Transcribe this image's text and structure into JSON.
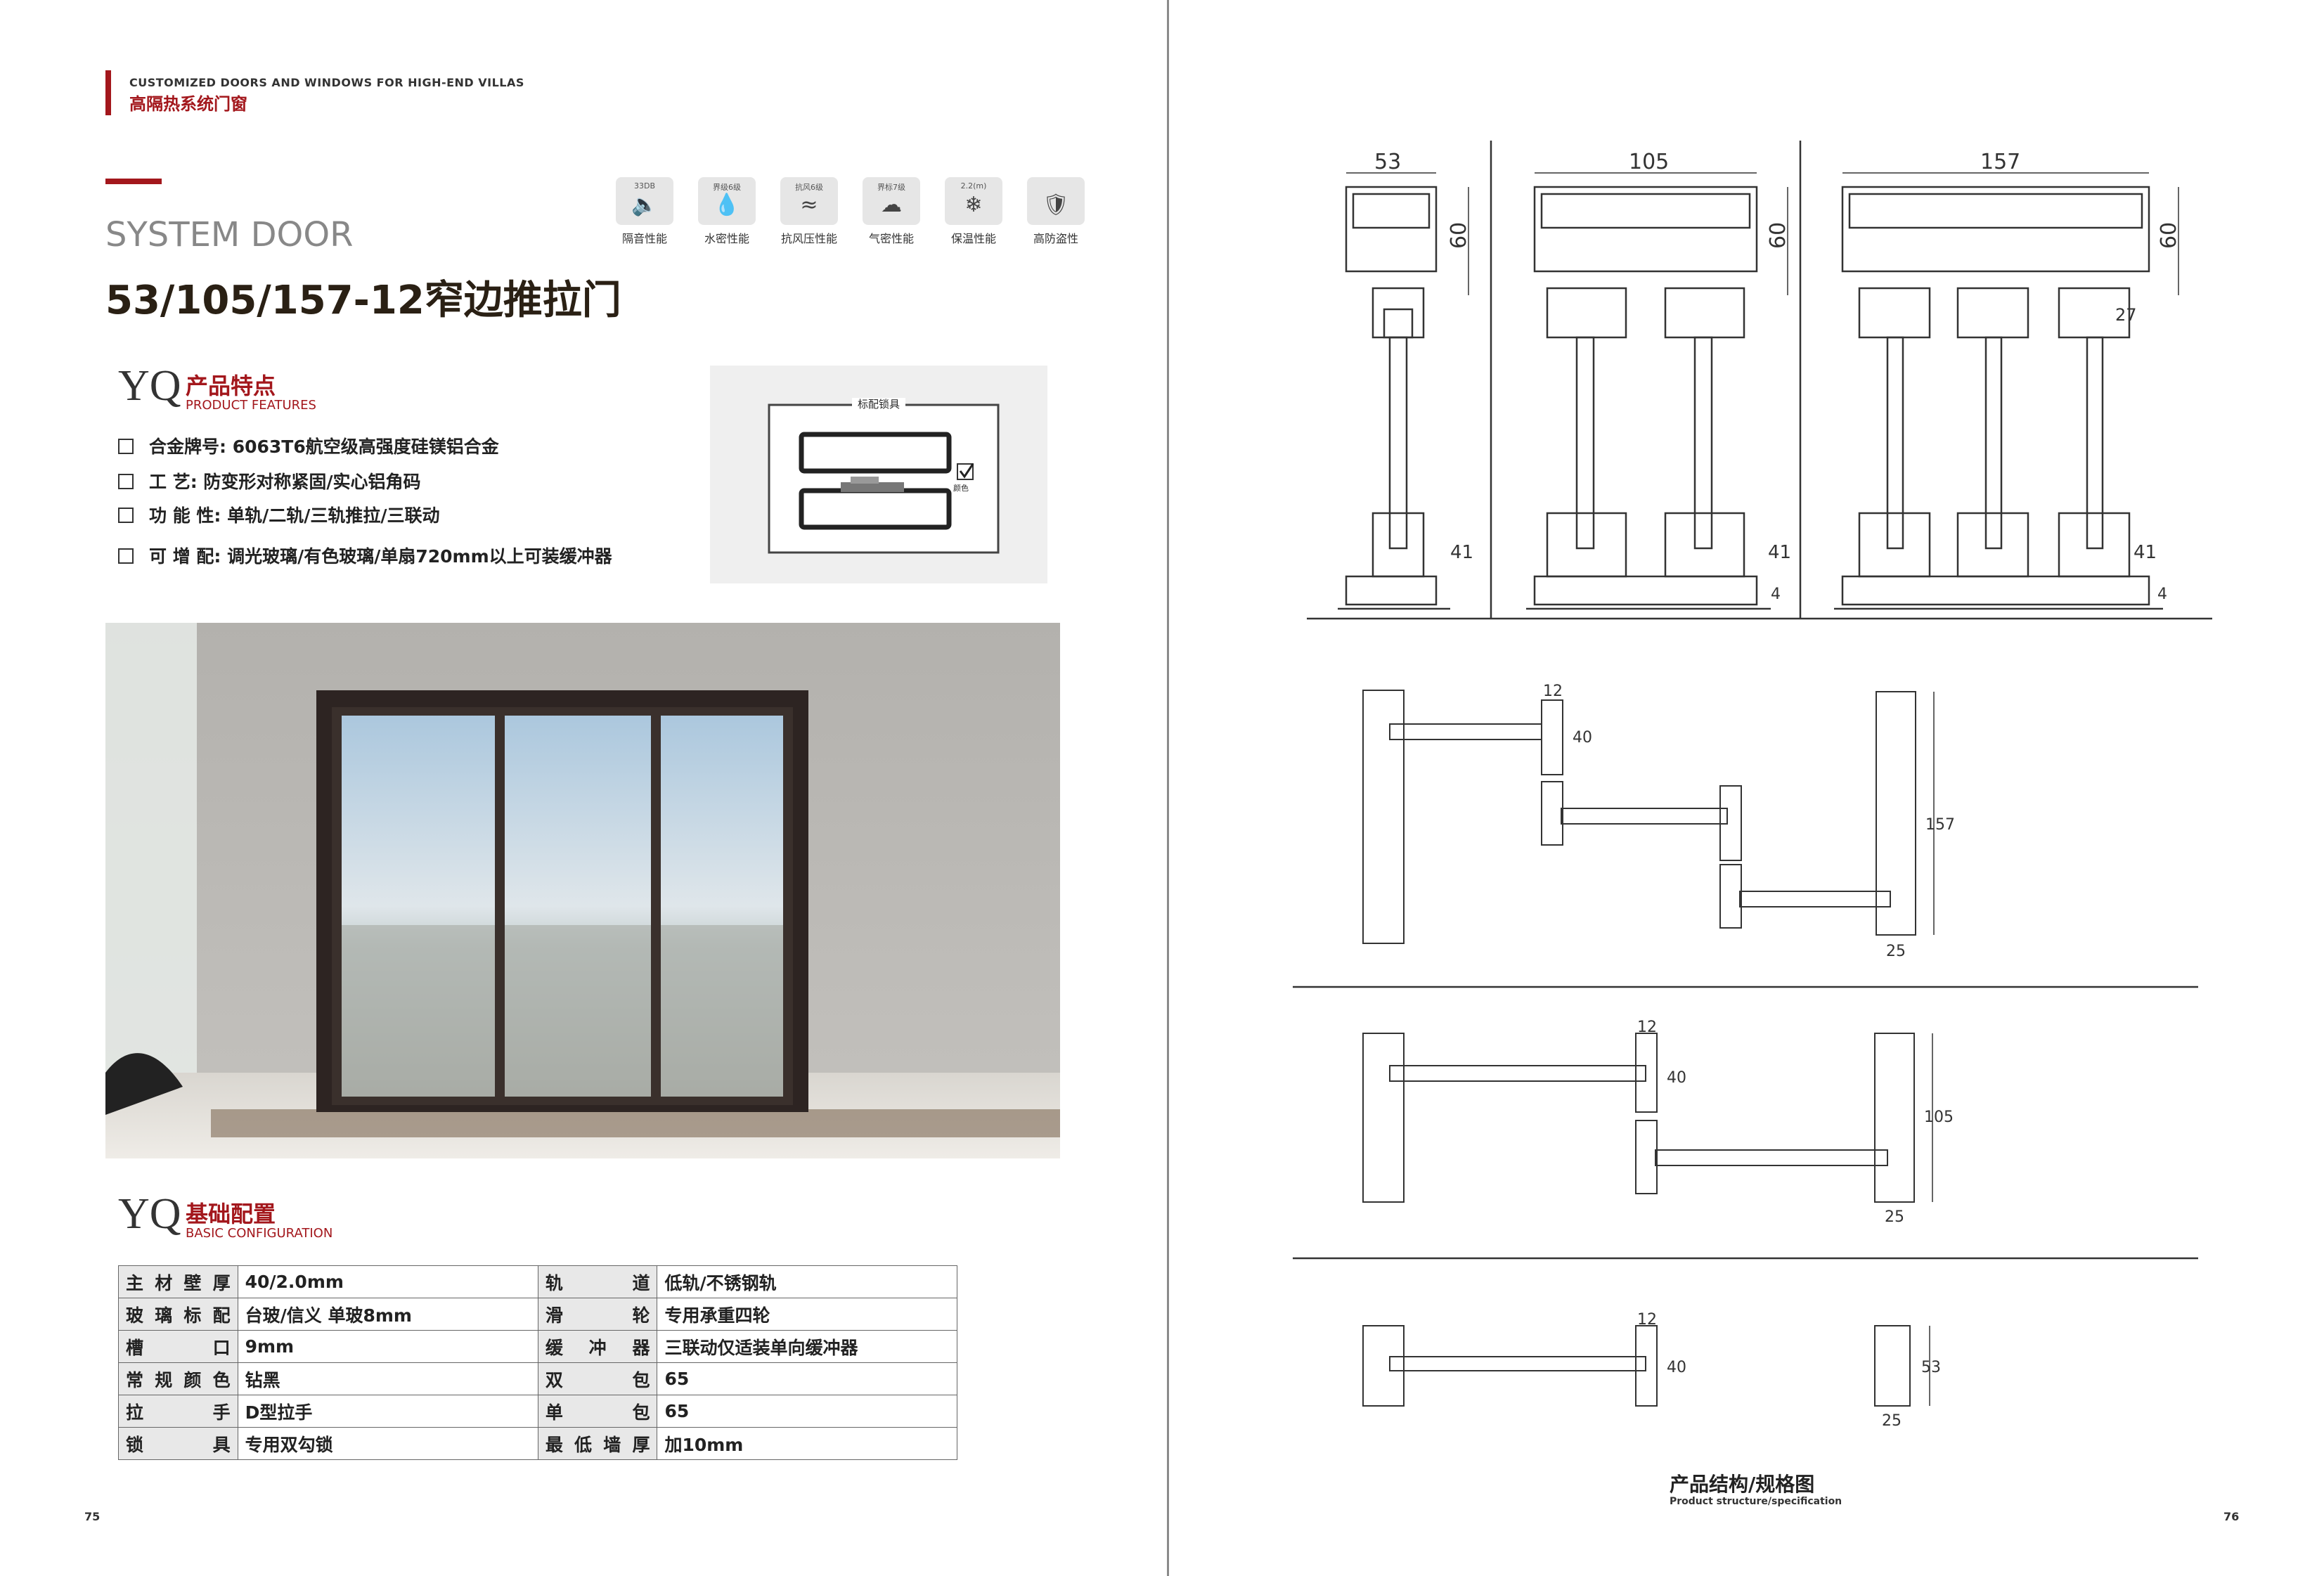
{
  "brand": {
    "tagline_en": "CUSTOMIZED DOORS AND WINDOWS FOR HIGH-END VILLAS",
    "tagline_cn": "高隔热系统门窗"
  },
  "product": {
    "category": "SYSTEM  DOOR",
    "title": "53/105/157-12窄边推拉门"
  },
  "performance_icons": [
    {
      "top": "33DB",
      "label": "隔音性能",
      "icon": "speaker-icon"
    },
    {
      "top": "界级6级",
      "label": "水密性能",
      "icon": "water-drops-icon"
    },
    {
      "top": "抗风6级",
      "label": "抗风压性能",
      "icon": "wind-icon"
    },
    {
      "top": "界标7级",
      "label": "气密性能",
      "icon": "cloud-icon"
    },
    {
      "top": "2.2(m)",
      "label": "保温性能",
      "icon": "snowflake-icon"
    },
    {
      "top": "",
      "label": "高防盗性",
      "icon": "shield-lock-icon"
    }
  ],
  "features": {
    "yq": "YQ",
    "heading_cn": "产品特点",
    "heading_en": "PRODUCT FEATURES",
    "items": [
      "合金牌号: 6063T6航空级高强度硅镁铝合金",
      "工    艺: 防变形对称紧固/实心铝角码",
      "功 能 性: 单轨/二轨/三轨推拉/三联动",
      "可 增 配: 调光玻璃/有色玻璃/单扇720mm以上可装缓冲器"
    ]
  },
  "hardware": {
    "title": "标配锁具",
    "check_label": "颜色"
  },
  "config": {
    "yq": "YQ",
    "heading_cn": "基础配置",
    "heading_en": "BASIC CONFIGURATION",
    "rows": [
      [
        "主材壁厚",
        "40/2.0mm",
        "轨　道",
        "低轨/不锈钢轨"
      ],
      [
        "玻璃标配",
        "台玻/信义 单玻8mm",
        "滑　轮",
        "专用承重四轮"
      ],
      [
        "槽　口",
        "9mm",
        "缓 冲 器",
        "三联动仅适装单向缓冲器"
      ],
      [
        "常规颜色",
        "钻黑",
        "双　包",
        "65"
      ],
      [
        "拉　手",
        "D型拉手",
        "单　包",
        "65"
      ],
      [
        "锁　具",
        "专用双勾锁",
        "最低墙厚",
        "加10mm"
      ]
    ]
  },
  "pages": {
    "left": "75",
    "right": "76"
  },
  "drawings": {
    "top_widths": [
      "53",
      "105",
      "157"
    ],
    "height_top": "60",
    "height_bottom": "41",
    "base": "4",
    "gap": "27",
    "plan1": {
      "a": "12",
      "b": "40",
      "total": "157",
      "w": "25"
    },
    "plan2": {
      "a": "12",
      "b": "40",
      "total": "105",
      "w": "25"
    },
    "plan3": {
      "a": "12",
      "b": "40",
      "total": "53",
      "w": "25"
    }
  },
  "structure": {
    "title_cn": "产品结构/规格图",
    "title_en": "Product structure/specification"
  }
}
